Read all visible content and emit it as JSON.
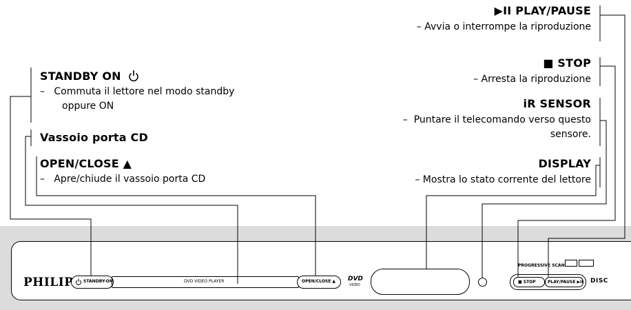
{
  "callouts": {
    "standby": {
      "title": "STANDBY ON",
      "desc": [
        "–   Commuta il lettore nel modo standby",
        "oppure ON"
      ]
    },
    "tray": {
      "title": "Vassoio porta CD"
    },
    "open_close": {
      "title": "OPEN/CLOSE ▲",
      "desc": "–   Apre/chiude il vassoio porta CD"
    },
    "play_pause": {
      "title": "▶II PLAY/PAUSE",
      "desc": "– Avvia o interrompe la riproduzione"
    },
    "stop": {
      "title": "■  STOP",
      "desc": "– Arresta la riproduzione"
    },
    "ir_sensor": {
      "title": "iR SENSOR",
      "desc": [
        "–  Puntare il telecomando verso questo",
        "sensore."
      ]
    },
    "display": {
      "title": "DISPLAY",
      "desc": "– Mostra lo stato corrente del lettore"
    }
  },
  "device": {
    "brand": "PHILIPS",
    "standby_label": "STANDBY-ON",
    "tray_label": "DVD VIDEO PLAYER",
    "open_close_label": "OPEN/CLOSE ▲",
    "dvd_logo": "DVD",
    "dvd_sub": "VIDEO",
    "progressive_label": "PROGRESSIVE SCAN",
    "stop_label": "■ STOP",
    "play_pause_label": "PLAY/PAUSE ▶II",
    "disc_logo": "DISC"
  }
}
